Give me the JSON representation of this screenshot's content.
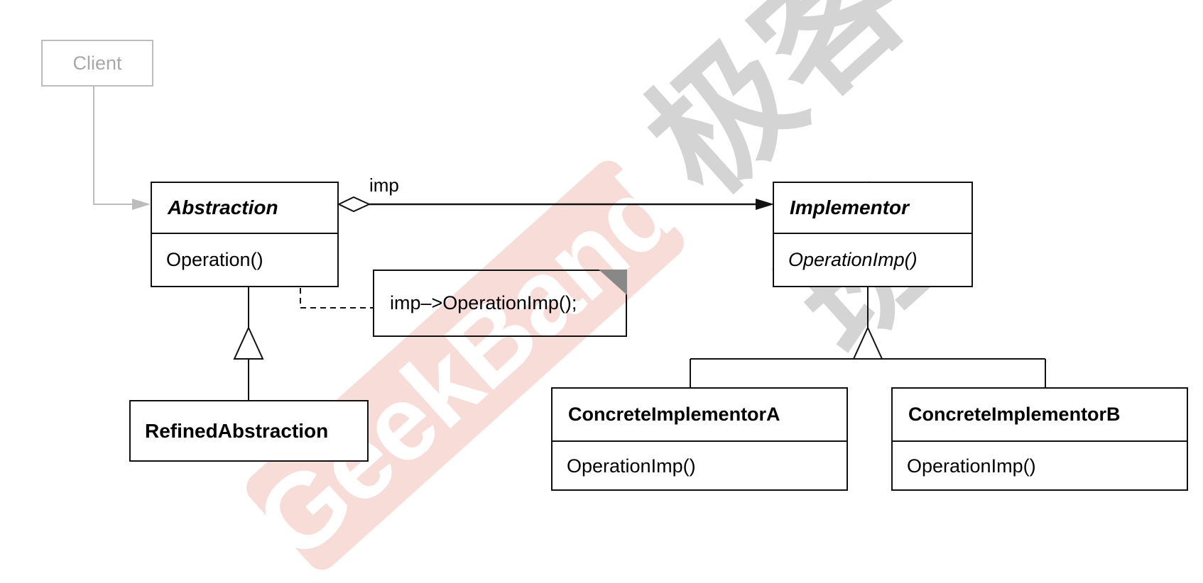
{
  "diagram": {
    "client": "Client",
    "abstraction": {
      "name": "Abstraction",
      "operation": "Operation()"
    },
    "association_label": "imp",
    "note": "imp–>OperationImp();",
    "implementor": {
      "name": "Implementor",
      "operation": "OperationImp()"
    },
    "refined_abstraction": "RefinedAbstraction",
    "concrete_a": {
      "name": "ConcreteImplementorA",
      "operation": "OperationImp()"
    },
    "concrete_b": {
      "name": "ConcreteImplementorB",
      "operation": "OperationImp()"
    }
  },
  "watermark": {
    "band_text": "GeekBand",
    "cjk_text": "极客班",
    "band_color": "#f7dcd8",
    "cjk_color": "#d4d4d4"
  },
  "colors": {
    "line": "#111111",
    "client_gray": "#bcbcbc"
  }
}
